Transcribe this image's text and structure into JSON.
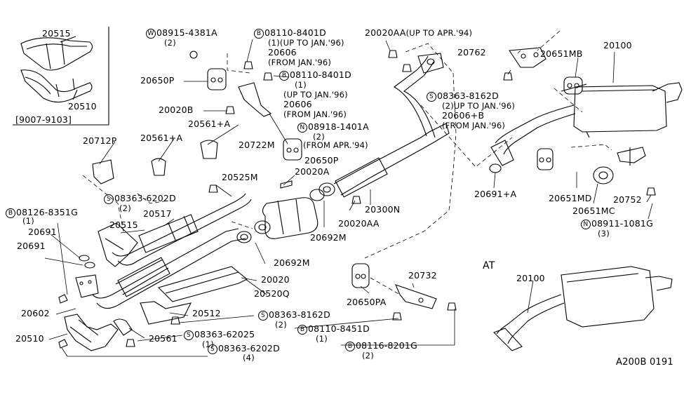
{
  "diagram": {
    "inset_box": {
      "labels": [
        "20515",
        "20510",
        "[9007-9103]"
      ]
    },
    "part_numbers": {
      "p20100": "20100",
      "p20100_at": "20100",
      "p20300n": "20300N",
      "p20020": "20020",
      "p20020a": "20020A",
      "p20020aa_top": "20020AA",
      "p20020aa_top_note": "(UP TO APR.'94)",
      "p20020aa": "20020AA",
      "p20020b": "20020B",
      "p20510": "20510",
      "p20512": "20512",
      "p20515": "20515",
      "p20517": "20517",
      "p20520q": "20520Q",
      "p20525m": "20525M",
      "p20561": "20561",
      "p20561a_left": "20561+A",
      "p20561a_mid": "20561+A",
      "p20602": "20602",
      "p20650p_top": "20650P",
      "p20650p_mid": "20650P",
      "p20650pa": "20650PA",
      "p20651mb": "20651MB",
      "p20651mc": "20651MC",
      "p20651md": "20651MD",
      "p20691_a": "20691",
      "p20691_b": "20691",
      "p20691a": "20691+A",
      "p20692m_a": "20692M",
      "p20692m_b": "20692M",
      "p20712p": "20712P",
      "p20722m": "20722M",
      "p20732": "20732",
      "p20752": "20752",
      "p20762": "20762"
    },
    "fasteners": {
      "w08915": {
        "prefix": "W",
        "code": "08915-4381A",
        "qty": "(2)"
      },
      "b08110_top": {
        "prefix": "B",
        "code": "08110-8401D",
        "qty": "(1)(UP TO JAN.'96)"
      },
      "p20606_top": "20606",
      "p20606_top_note": "(FROM JAN.'96)",
      "b08110_mid": {
        "prefix": "B",
        "code": "08110-8401D",
        "qty": "(1)"
      },
      "b08110_mid_note": "(UP TO JAN.'96)",
      "p20606_mid": "20606",
      "p20606_mid_note": "(FROM JAN.'96)",
      "n08918": {
        "prefix": "N",
        "code": "08918-1401A",
        "qty": "(2)"
      },
      "n08918_note": "(FROM APR.'94)",
      "s08363_8162d_top": {
        "prefix": "S",
        "code": "08363-8162D",
        "qty": "(2)UP TO JAN.'96)"
      },
      "p20606b": "20606+B",
      "p20606b_note": "(FROM JAN.'96)",
      "s08363_6202d_top": {
        "prefix": "S",
        "code": "08363-6202D",
        "qty": "(2)"
      },
      "b08126": {
        "prefix": "B",
        "code": "08126-8351G",
        "qty": "(1)"
      },
      "s08363_8162d_bot": {
        "prefix": "S",
        "code": "08363-8162D",
        "qty": "(2)"
      },
      "s08363_62025": {
        "prefix": "S",
        "code": "08363-62025",
        "qty": "(1)"
      },
      "s08363_6202d_bot": {
        "prefix": "S",
        "code": "08363-6202D",
        "qty": "(4)"
      },
      "b08110_8451d": {
        "prefix": "B",
        "code": "08110-8451D",
        "qty": "(1)"
      },
      "b08116": {
        "prefix": "B",
        "code": "08116-8201G",
        "qty": "(2)"
      },
      "n08911": {
        "prefix": "N",
        "code": "08911-1081G",
        "qty": "(3)"
      }
    },
    "at_label": "AT",
    "diagram_code": "A200B 0191"
  }
}
